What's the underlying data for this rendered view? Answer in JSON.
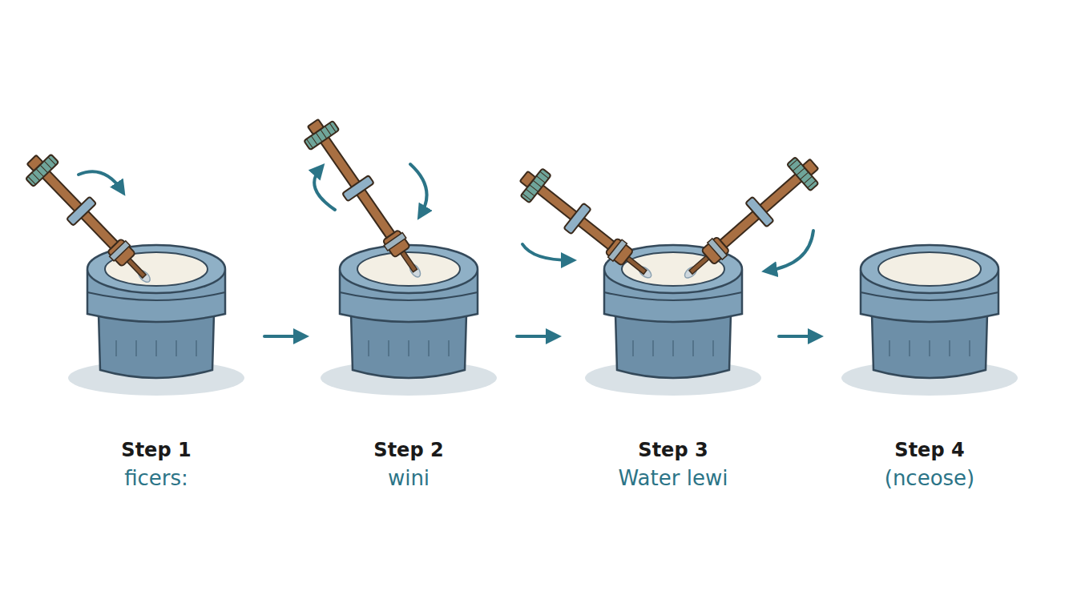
{
  "diagram": {
    "labels": [
      "Step 1",
      "ficers:",
      "Step 2",
      "wini",
      "Step 3",
      "Water lewi",
      "Step 4",
      "(nceose)"
    ]
  }
}
